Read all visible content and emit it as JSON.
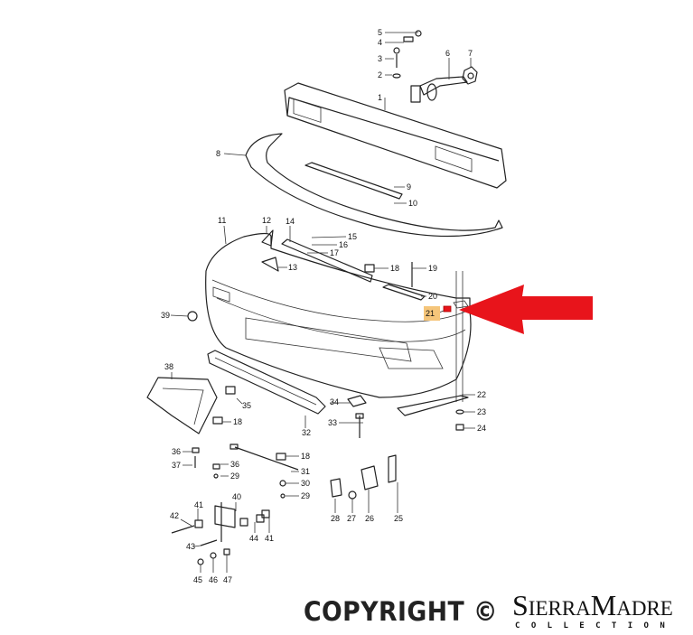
{
  "diagram": {
    "callouts": [
      "5",
      "4",
      "3",
      "2",
      "1",
      "6",
      "7",
      "8",
      "9",
      "10",
      "11",
      "12",
      "14",
      "15",
      "16",
      "17",
      "13",
      "18",
      "19",
      "20",
      "21",
      "39",
      "38",
      "35",
      "34",
      "22",
      "23",
      "24",
      "33",
      "32",
      "18",
      "36",
      "37",
      "36",
      "29",
      "18",
      "31",
      "30",
      "29",
      "28",
      "27",
      "26",
      "25",
      "40",
      "41",
      "42",
      "43",
      "44",
      "41",
      "45",
      "46",
      "47"
    ],
    "highlighted_callout": "21",
    "highlight_color": "#f5c57a",
    "arrow_color": "#e8141b"
  },
  "watermark": {
    "copyright": "COPYRIGHT ©",
    "brand": "SierraMadre",
    "brand_sub": "COLLECTION"
  }
}
